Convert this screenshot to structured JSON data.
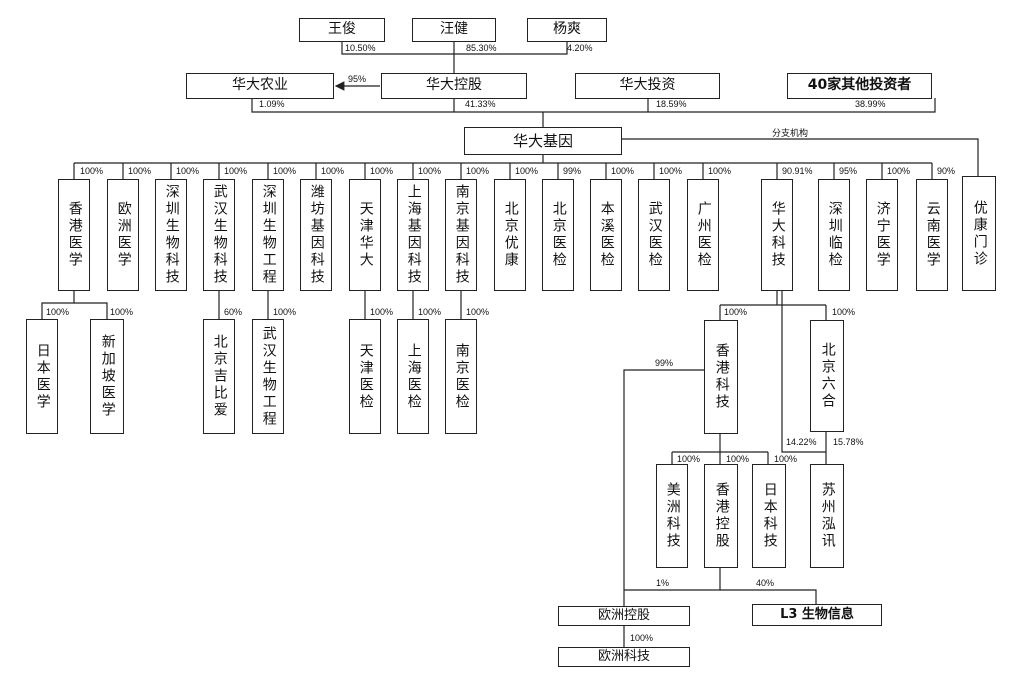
{
  "nodes": {
    "wang_jun": "王俊",
    "wang_jian": "汪健",
    "yang_shuang": "杨爽",
    "huada_nongye": "华大农业",
    "huada_konggu": "华大控股",
    "huada_touzi": "华大投资",
    "other_investors": "40家其他投资者",
    "huada_jiyin": "华大基因",
    "hk_yixue": "香港医学",
    "ouzhou_yixue": "欧洲医学",
    "sz_shengwu_keji": "深圳生物科技",
    "wh_shengwu_keji": "武汉生物科技",
    "sz_shengwu_gongcheng": "深圳生物工程",
    "weifang_jiyin": "潍坊基因科技",
    "tj_huada": "天津华大",
    "sh_jiyin_keji": "上海基因科技",
    "nj_jiyin_keji": "南京基因科技",
    "bj_youkang": "北京优康",
    "bj_yijian": "北京医检",
    "benxi_yijian": "本溪医检",
    "wh_yijian": "武汉医检",
    "gz_yijian": "广州医检",
    "huada_keji": "华大科技",
    "sz_linjian": "深圳临检",
    "jining_yixue": "济宁医学",
    "yunnan_yixue": "云南医学",
    "youkang_menzhen": "优康门诊",
    "jp_yixue": "日本医学",
    "sg_yixue": "新加坡医学",
    "bj_jibiai": "北京吉比爱",
    "wh_shengwu_gongcheng": "武汉生物工程",
    "tj_yijian": "天津医检",
    "sh_yijian": "上海医检",
    "nj_yijian": "南京医检",
    "hk_keji": "香港科技",
    "bj_liuhe": "北京六合",
    "us_keji": "美洲科技",
    "hk_konggu": "香港控股",
    "jp_keji": "日本科技",
    "suzhou_hongxun": "苏州泓讯",
    "eu_konggu": "欧洲控股",
    "l3": "L3 生物信息",
    "eu_keji": "欧洲科技"
  },
  "labels": {
    "wang_jun_pct": "10.50%",
    "wang_jian_pct": "85.30%",
    "yang_shuang_pct": "4.20%",
    "nongye_pct": "95%",
    "nongye_to_jiyin": "1.09%",
    "konggu_to_jiyin": "41.33%",
    "touzi_to_jiyin": "18.59%",
    "others_to_jiyin": "38.99%",
    "branch_label": "分支机构",
    "c_hk_yixue": "100%",
    "c_ouzhou_yixue": "100%",
    "c_sz_shengwu_keji": "100%",
    "c_wh_shengwu_keji": "100%",
    "c_sz_shengwu_gongcheng": "100%",
    "c_weifang": "100%",
    "c_tj_huada": "100%",
    "c_sh_jiyin": "100%",
    "c_nj_jiyin": "100%",
    "c_bj_youkang": "100%",
    "c_bj_yijian": "99%",
    "c_benxi": "100%",
    "c_wh_yijian": "100%",
    "c_gz_yijian": "100%",
    "c_huada_keji": "90.91%",
    "c_sz_linjian": "95%",
    "c_jining": "100%",
    "c_yunnan": "90%",
    "c_jp_yixue": "100%",
    "c_sg_yixue": "100%",
    "c_bj_jibiai": "60%",
    "c_wh_gongcheng": "100%",
    "c_tj_yijian": "100%",
    "c_sh_yijian": "100%",
    "c_nj_yijian": "100%",
    "c_hk_keji": "100%",
    "c_bj_liuhe": "100%",
    "c_eu_konggu_99": "99%",
    "c_us_keji": "100%",
    "c_hk_konggu": "100%",
    "c_jp_keji": "100%",
    "c_suzhou_1422": "14.22%",
    "c_suzhou_1578": "15.78%",
    "c_eu_konggu_1": "1%",
    "c_l3_40": "40%",
    "c_eu_keji": "100%"
  }
}
